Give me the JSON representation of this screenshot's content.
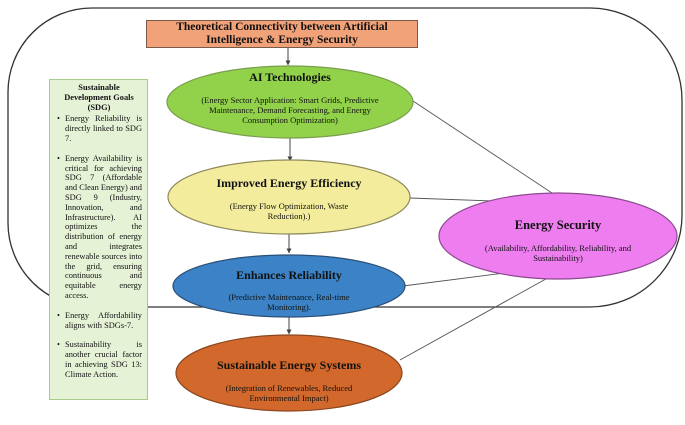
{
  "title": "Theoretical Connectivity between Artificial Intelligence & Energy Security",
  "nodes": {
    "ai_technologies": {
      "heading": "AI Technologies",
      "detail": "(Energy Sector Application: Smart Grids, Predictive Maintenance, Demand Forecasting, and Energy Consumption Optimization)",
      "color": "#92d24b"
    },
    "improved_efficiency": {
      "heading": "Improved Energy Efficiency",
      "detail": "(Energy Flow Optimization, Waste Reduction).)",
      "color": "#f3ec9c"
    },
    "enhances_reliability": {
      "heading": "Enhances Reliability",
      "detail": "(Predictive Maintenance, Real-time Monitoring).",
      "color": "#3b83c6"
    },
    "sustainable_systems": {
      "heading": "Sustainable Energy Systems",
      "detail": "(Integration of Renewables, Reduced Environmental Impact)",
      "color": "#d2682b"
    },
    "energy_security": {
      "heading": "Energy Security",
      "detail": "(Availability, Affordability, Reliability, and Sustainability)",
      "color": "#ee7ef0"
    }
  },
  "sdg": {
    "title": "Sustainable Development Goals (SDG)",
    "items": [
      "Energy Reliability is directly linked to SDG 7.",
      "Energy Availability is critical for achieving SDG 7 (Affordable and Clean Energy) and SDG 9 (Industry, Innovation, and Infrastructure). AI optimizes the distribution of energy and integrates renewable sources into the grid, ensuring continuous and equitable energy access.",
      "Energy Affordability aligns with SDGs-7.",
      "Sustainability is another crucial factor in achieving SDG 13: Climate Action."
    ]
  }
}
